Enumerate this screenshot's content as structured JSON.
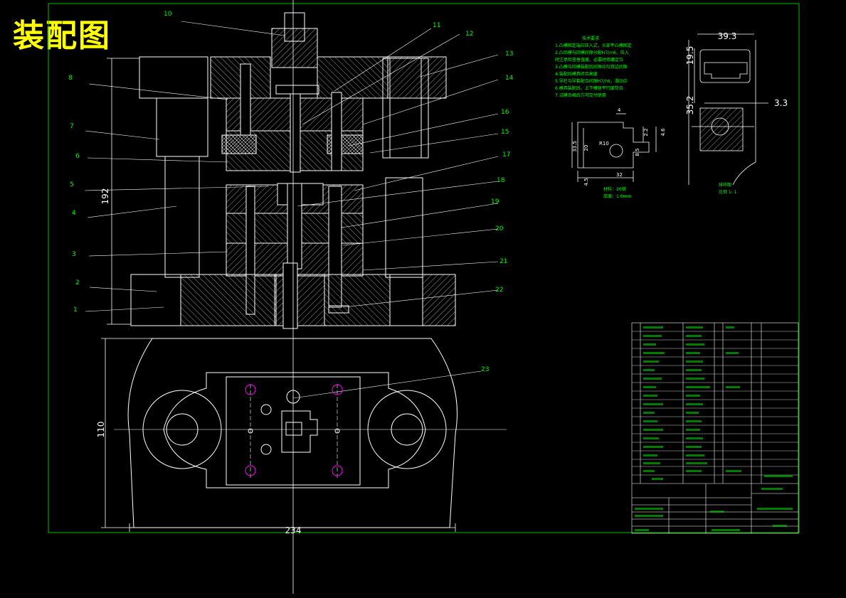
{
  "title": "装配图",
  "colors": {
    "border": "#00c000",
    "lines": "#ffffff",
    "labels": "#00ff00",
    "title": "#ffff00",
    "holes": "#ff00ff"
  },
  "part_labels": [
    {
      "n": "10"
    },
    {
      "n": "11"
    },
    {
      "n": "12"
    },
    {
      "n": "13"
    },
    {
      "n": "14"
    },
    {
      "n": "16"
    },
    {
      "n": "15"
    },
    {
      "n": "17"
    },
    {
      "n": "18"
    },
    {
      "n": "19"
    },
    {
      "n": "20"
    },
    {
      "n": "21"
    },
    {
      "n": "22"
    },
    {
      "n": "23"
    },
    {
      "n": "8"
    },
    {
      "n": "7"
    },
    {
      "n": "6"
    },
    {
      "n": "5"
    },
    {
      "n": "4"
    },
    {
      "n": "3"
    },
    {
      "n": "2"
    },
    {
      "n": "1"
    }
  ],
  "dims": {
    "height_left": "192",
    "plan_height": "110",
    "plan_width": "234",
    "part_33_5": "33.5",
    "part_20": "20",
    "part_4_5": "4.5",
    "part_32": "32",
    "part_4": "4",
    "part_2_2": "2.2",
    "part_4_6": "4.6",
    "part_8_5": "8.5",
    "part_R10": "R10",
    "strip_39_3": "39.3",
    "strip_19_5": "19.5",
    "strip_35_2": "35.2",
    "strip_3_3": "3.3"
  },
  "part_notes": {
    "material": "材料：20钢",
    "thickness": "厚度：1.0mm"
  },
  "strip_notes": {
    "title": "排样图",
    "scale": "比例 1: 1"
  },
  "tech_req": {
    "title": "技术要求",
    "lines": [
      "1.凸模固定端应压入式，头部平凸模固定",
      "2.凸凹模与凹模间隙分配H7/m6，压入",
      "时注意检查垂直度，必要时修磨定位",
      "3.凸模与凹模装配后间隙均匀双边间隙",
      "4.装配后模具闭合高度",
      "5.导柱与导套配合间隙H7/h6，滑动应",
      "6.模具装配后，上下模座平行度符合",
      "7.试模合格后方可交付使用"
    ]
  }
}
